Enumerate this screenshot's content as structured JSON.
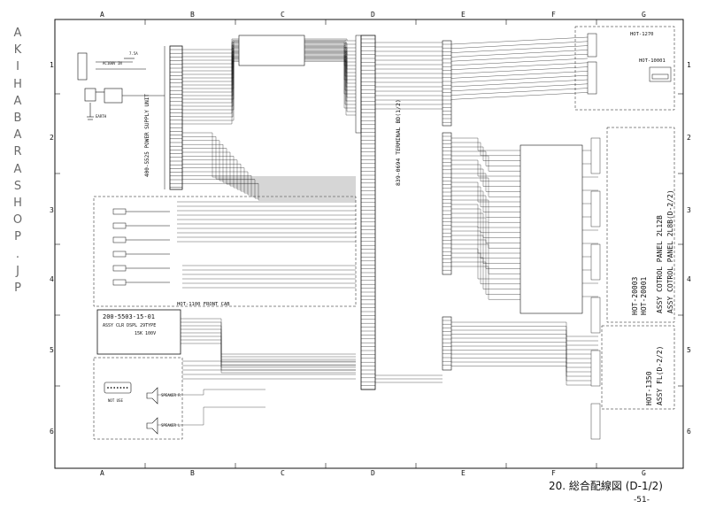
{
  "watermark": "AKIHABARASHOP.JP",
  "grid": {
    "columns": [
      "A",
      "B",
      "C",
      "D",
      "E",
      "F",
      "G"
    ],
    "rows": [
      "1",
      "2",
      "3",
      "4",
      "5",
      "6"
    ]
  },
  "blocks": {
    "psu": "400-5525 POWER SUPPLY UNIT",
    "terminal": "839-0694 TERMINAL BD(1/2)",
    "front_cab": "HOT-1100 FRONT CAB",
    "dspl_part": "200-5503-15-01",
    "dspl_name": "ASSY CLR DSPL 29TYPE",
    "dspl_spec": "15K 100V",
    "hot1270": "HOT-1270",
    "hot10001": "HOT-10001",
    "cp_a": "ASSY COTROL PANEL 2L12B",
    "cp_b": "ASSY COTROL PANEL 2L8B(D-2/2)",
    "hot20003": "HOT-20003",
    "hot20001": "HOT-20001",
    "hot1350": "HOT-1350",
    "fl": "ASSY FL(D-2/2)"
  },
  "labels": {
    "earth": "EARTH",
    "speaker_r": "SPEAKER R",
    "speaker_l": "SPEAKER L",
    "not_use": "NOT USE",
    "ac100v": "AC100V IN",
    "fuse": "7.5A"
  },
  "caption": "20. 総合配線図 (D-1/2)",
  "page_number": "-51-"
}
